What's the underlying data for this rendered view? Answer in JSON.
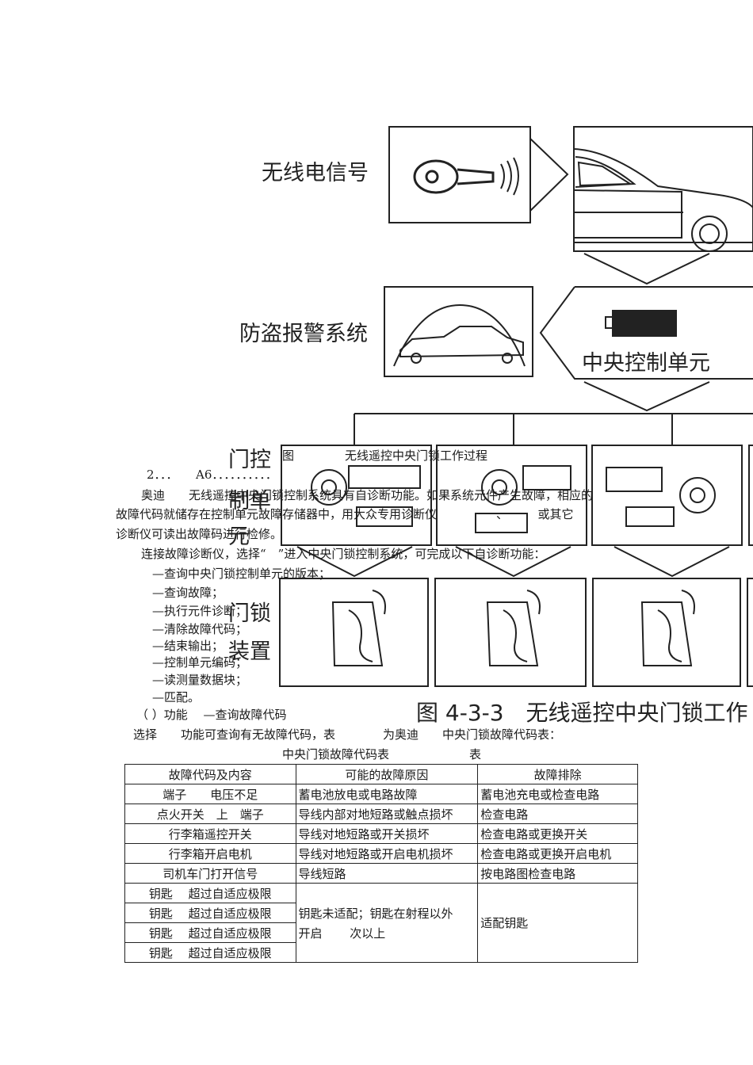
{
  "diagram": {
    "label_radio": "无线电信号",
    "label_alarm": "防盗报警系统",
    "label_central": "中央控制单元",
    "label_door_ctrl_1": "门控",
    "label_door_ctrl_2": "制单",
    "label_door_ctrl_3": "元",
    "label_lock_1": "门锁",
    "label_lock_2": "装置",
    "big_caption": "图 4-3-3　无线遥控中央门锁工作"
  },
  "text": {
    "figure_caption_left": "图",
    "figure_caption_right": "无线遥控中央门锁工作过程",
    "section_heading": "2．．．　　A6．．．．．．．．．．",
    "para1_line1": "奥迪　　无线遥控中央门锁控制系统具有自诊断功能。如果系统元件产生故障，相应的",
    "para1_line2": "故障代码就储存在控制单元故障存储器中，用大众专用诊断仪　　　　　、　　　或其它",
    "para1_line3": "诊断仪可读出故障码进行检修。",
    "para2": "连接故障诊断仪，选择“　”进入中央门锁控制系统，可完成以下自诊断功能：",
    "functions": [
      "—查询中央门锁控制单元的版本；",
      "—查询故障；",
      "—执行元件诊断；",
      "—清除故障代码；",
      "—结束输出；",
      "—控制单元编码；",
      "—读测量数据块；",
      "—匹配。"
    ],
    "subheading": "（ ）功能　 —查询故障代码",
    "para3": "选择　　功能可查询有无故障代码，表　　　　为奥迪　　中央门锁故障代码表：",
    "table_title": "中央门锁故障代码表",
    "table_label": "表"
  },
  "table": {
    "headers": [
      "故障代码及内容",
      "可能的故障原因",
      "故障排除"
    ],
    "rows": [
      [
        "端子　　电压不足",
        "蓄电池放电或电路故障",
        "蓄电池充电或检查电路"
      ],
      [
        "点火开关　上　端子",
        "导线内部对地短路或触点损坏",
        "检查电路"
      ],
      [
        "行李箱遥控开关",
        "导线对地短路或开关损坏",
        "检查电路或更换开关"
      ],
      [
        "行李箱开启电机",
        "导线对地短路或开启电机损坏",
        "检查电路或更换开启电机"
      ],
      [
        "司机车门打开信号",
        "导线短路",
        "按电路图检查电路"
      ]
    ],
    "key_rows": [
      "钥匙　 超过自适应极限",
      "钥匙　 超过自适应极限",
      "钥匙　 超过自适应极限",
      "钥匙　 超过自适应极限"
    ],
    "key_cause_line1": "钥匙未适配；钥匙在射程以外",
    "key_cause_line2": "开启　　 次以上",
    "key_fix": "适配钥匙"
  }
}
